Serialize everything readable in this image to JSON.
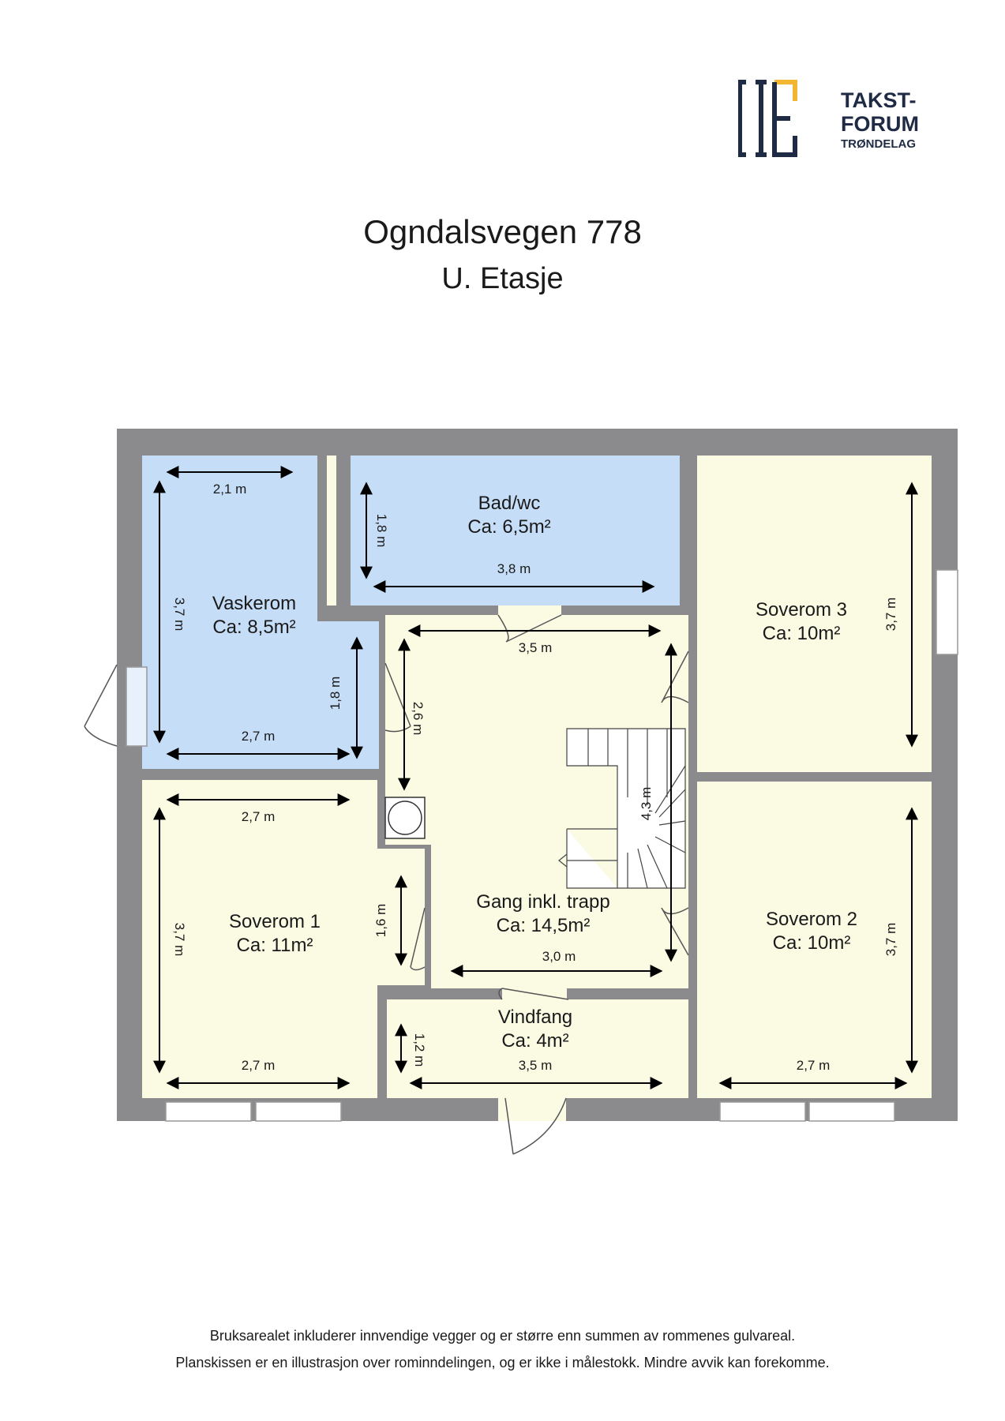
{
  "logo": {
    "line1": "TAKST-",
    "line2": "FORUM",
    "line3": "TRØNDELAG",
    "color": "#1f2a44",
    "accent": "#f2b632"
  },
  "title": "Ogndalsvegen 778",
  "subtitle": "U. Etasje",
  "colors": {
    "wall": "#8b8b8d",
    "wet_room": "#c5ddf7",
    "dry_room": "#fbfae3"
  },
  "rooms": {
    "vaskerom": {
      "name": "Vaskerom",
      "area": "Ca: 8,5m²",
      "dims": [
        "2,1 m",
        "3,7 m",
        "1,8 m",
        "2,7 m"
      ]
    },
    "bad": {
      "name": "Bad/wc",
      "area": "Ca: 6,5m²",
      "dims": [
        "1,8 m",
        "3,8 m"
      ]
    },
    "soverom3": {
      "name": "Soverom 3",
      "area": "Ca: 10m²",
      "dims": [
        "3,7 m"
      ]
    },
    "gang": {
      "name": "Gang inkl. trapp",
      "area": "Ca: 14,5m²",
      "dims": [
        "3,5 m",
        "2,6 m",
        "4,3 m",
        "1,6 m",
        "3,0 m"
      ]
    },
    "soverom1": {
      "name": "Soverom 1",
      "area": "Ca: 11m²",
      "dims": [
        "2,7 m",
        "3,7 m",
        "2,7 m"
      ]
    },
    "soverom2": {
      "name": "Soverom 2",
      "area": "Ca: 10m²",
      "dims": [
        "3,7 m",
        "2,7 m"
      ]
    },
    "vindfang": {
      "name": "Vindfang",
      "area": "Ca: 4m²",
      "dims": [
        "1,2 m",
        "3,5 m"
      ]
    }
  },
  "footnote": {
    "line1": "Bruksarealet inkluderer innvendige vegger og er større enn summen av rommenes gulvareal.",
    "line2": "Planskissen er en illustrasjon over rominndelingen, og er ikke i målestokk. Mindre avvik kan forekomme."
  }
}
